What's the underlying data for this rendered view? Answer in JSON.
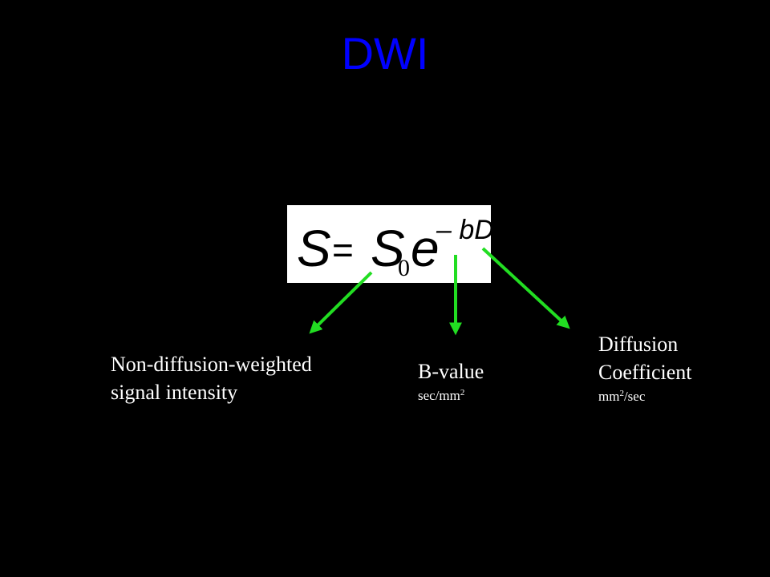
{
  "slide": {
    "title": "DWI"
  },
  "equation": {
    "lhs": "S",
    "equals": "=",
    "base": "S",
    "base_subscript": "0",
    "exp_base": "e",
    "exponent": "– bD"
  },
  "labels": {
    "signal": {
      "line1": "Non-diffusion-weighted",
      "line2": "signal intensity"
    },
    "bvalue": {
      "line1": "B-value",
      "unit": "sec/mm",
      "unit_exp": "2"
    },
    "diffusion": {
      "line1": "Diffusion",
      "line2": "Coefficient",
      "unit_base": "mm",
      "unit_exp": "2",
      "unit_suffix": "/sec"
    }
  },
  "colors": {
    "background": "#000000",
    "title": "#0000ff",
    "arrow": "#22dd22",
    "text": "#ffffff",
    "equation_bg": "#ffffff"
  }
}
